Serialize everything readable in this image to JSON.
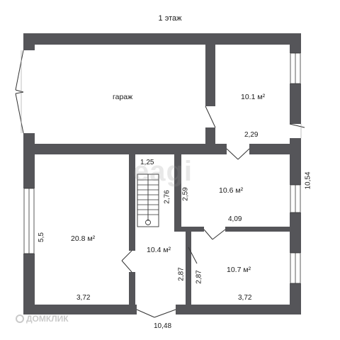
{
  "title": "1 этаж",
  "rooms": {
    "garage": "гараж",
    "top_right": "10.1 м²",
    "mid_right": "10.6 м²",
    "left": "20.8 м²",
    "hall": "10.4 м²",
    "bottom_right": "10.7 м²"
  },
  "dimensions": {
    "right_outer": "10,54",
    "bottom_outer": "10,48",
    "left_side": "5,5",
    "left_bottom": "3,72",
    "right_bottom": "3,72",
    "stair_width": "1,25",
    "stair_height": "2,76",
    "mid_height": "2,59",
    "mid_width": "4,09",
    "top_right_width": "2,29",
    "hall_height": "2,87",
    "bottom_right_height": "2,87"
  },
  "watermarks": {
    "center": "eagi",
    "corner": "ДОМКЛИК"
  },
  "colors": {
    "wall": "#555559",
    "line": "#333333"
  }
}
